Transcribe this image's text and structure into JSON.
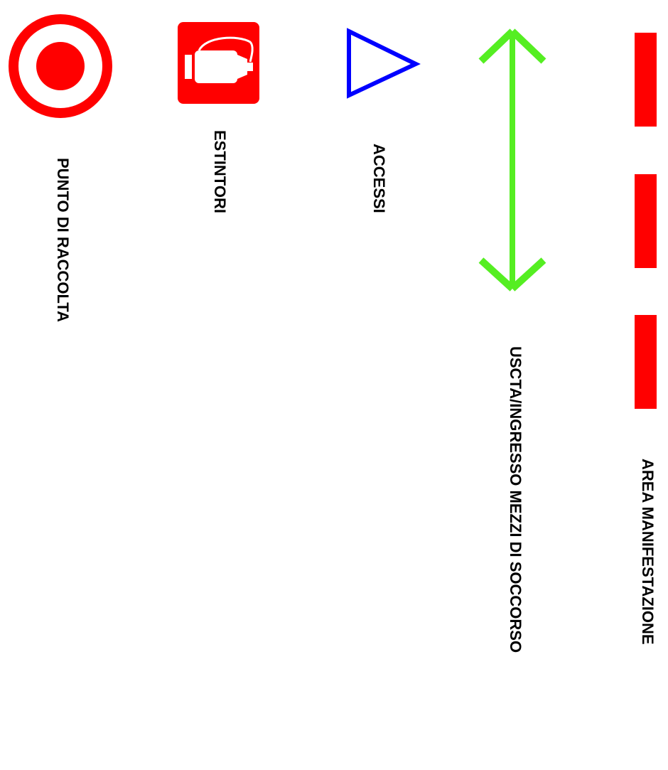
{
  "legend": {
    "items": [
      {
        "id": "punto-di-raccolta",
        "label": "PUNTO DI RACCOLTA",
        "icon": "target-circle-icon",
        "color": "#ff0000"
      },
      {
        "id": "estintori",
        "label": "ESTINTORI",
        "icon": "fire-extinguisher-icon",
        "color": "#ff0000"
      },
      {
        "id": "accessi",
        "label": "ACCESSI",
        "icon": "triangle-outline-icon",
        "color": "#0000ff"
      },
      {
        "id": "uscita-ingresso",
        "label": "USCTA/INGRESSO MEZZI DI SOCCORSO",
        "icon": "double-arrow-icon",
        "color": "#55ee22"
      },
      {
        "id": "area-manifestazione",
        "label": "AREA MANIFESTAZIONE",
        "icon": "dashed-line-icon",
        "color": "#ff0000"
      }
    ]
  }
}
